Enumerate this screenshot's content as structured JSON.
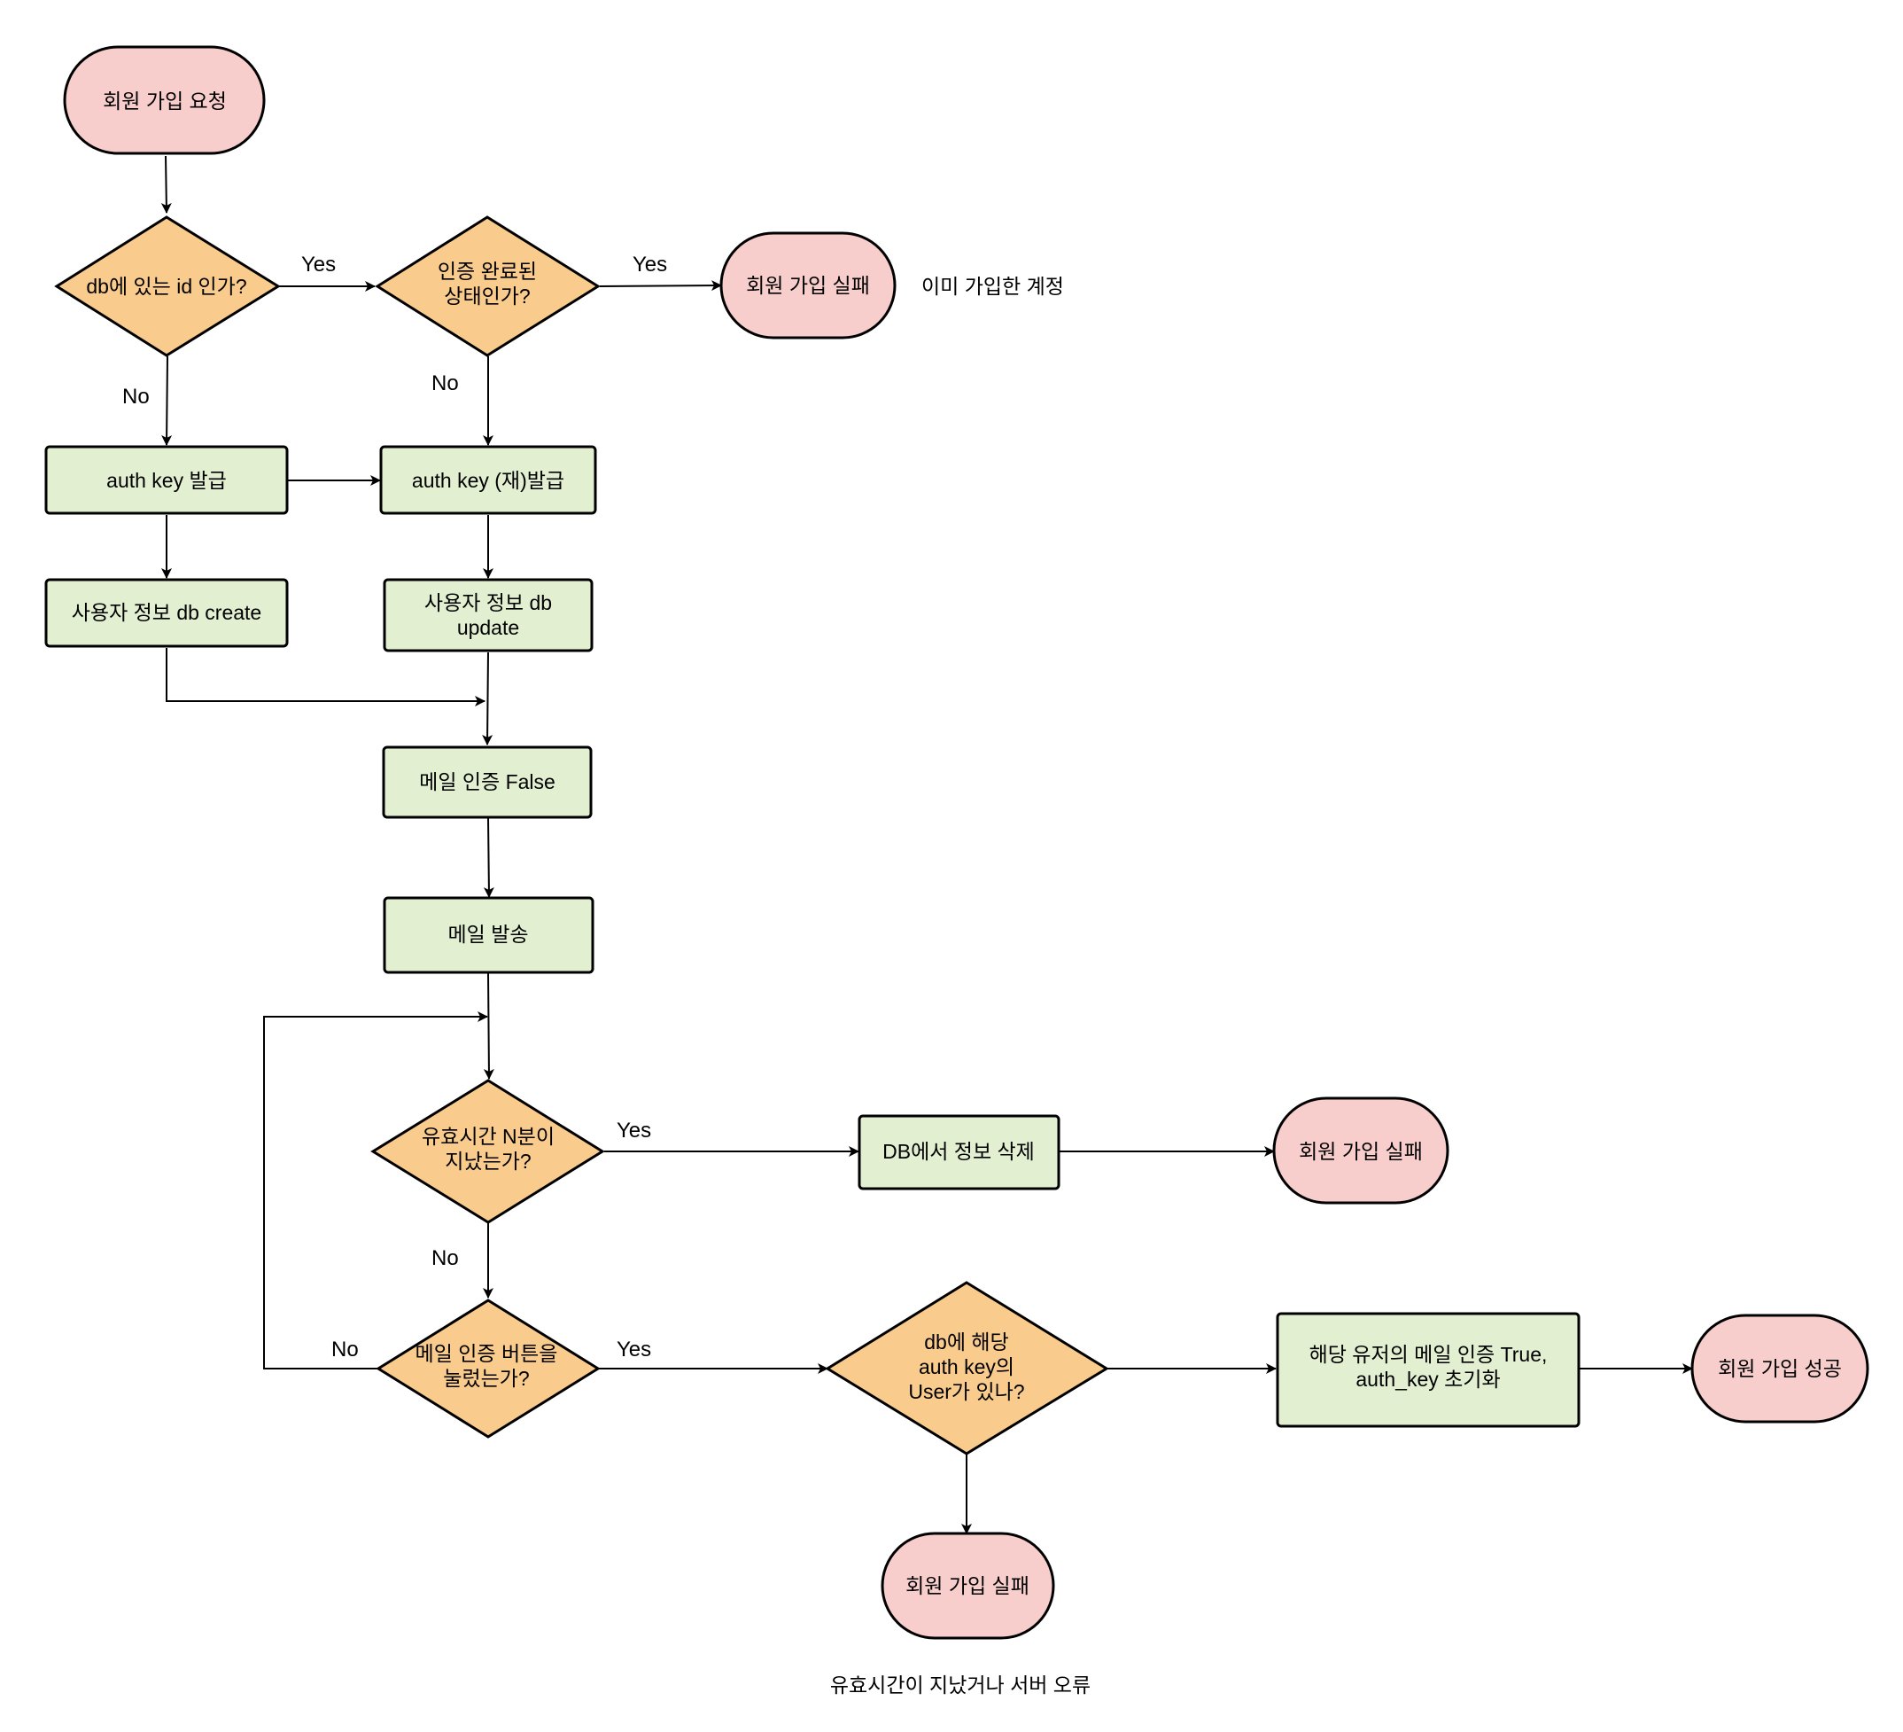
{
  "colors": {
    "terminal_fill": "#f8cecc",
    "decision_fill": "#f9cb8c",
    "process_fill": "#e2efd0",
    "stroke": "#000000",
    "background": "#ffffff"
  },
  "nodes": {
    "start": {
      "lines": [
        "회원 가입 요청"
      ]
    },
    "dec_id_exists": {
      "lines": [
        "db에 있는 id 인가?"
      ]
    },
    "dec_verified": {
      "lines": [
        "인증 완료된",
        "상태인가?"
      ]
    },
    "fail_already": {
      "lines": [
        "회원 가입 실패"
      ]
    },
    "proc_key_issue": {
      "lines": [
        "auth key 발급"
      ]
    },
    "proc_key_reissue": {
      "lines": [
        "auth key (재)발급"
      ]
    },
    "proc_db_create": {
      "lines": [
        "사용자 정보 db create"
      ]
    },
    "proc_db_update": {
      "lines": [
        "사용자 정보 db",
        "update"
      ]
    },
    "proc_mail_false": {
      "lines": [
        "메일 인증 False"
      ]
    },
    "proc_send_mail": {
      "lines": [
        "메일 발송"
      ]
    },
    "dec_timeout": {
      "lines": [
        "유효시간 N분이",
        "지났는가?"
      ]
    },
    "proc_delete": {
      "lines": [
        "DB에서 정보 삭제"
      ]
    },
    "fail_timeout": {
      "lines": [
        "회원 가입 실패"
      ]
    },
    "dec_clicked": {
      "lines": [
        "메일 인증 버튼을",
        "눌렀는가?"
      ]
    },
    "dec_user_key": {
      "lines": [
        "db에 해당",
        "auth key의",
        "User가 있나?"
      ]
    },
    "proc_verify": {
      "lines": [
        "해당 유저의 메일 인증 True,",
        "auth_key 초기화"
      ]
    },
    "success": {
      "lines": [
        "회원 가입 성공"
      ]
    },
    "fail_server": {
      "lines": [
        "회원 가입 실패"
      ]
    }
  },
  "edge_labels": {
    "id_exists_yes": "Yes",
    "verified_yes": "Yes",
    "id_exists_no": "No",
    "verified_no": "No",
    "timeout_yes": "Yes",
    "timeout_no": "No",
    "clicked_no": "No",
    "clicked_yes": "Yes"
  },
  "notes": {
    "already_registered": "이미 가입한 계정",
    "timeout_or_error": "유효시간이 지났거나 서버 오류"
  }
}
